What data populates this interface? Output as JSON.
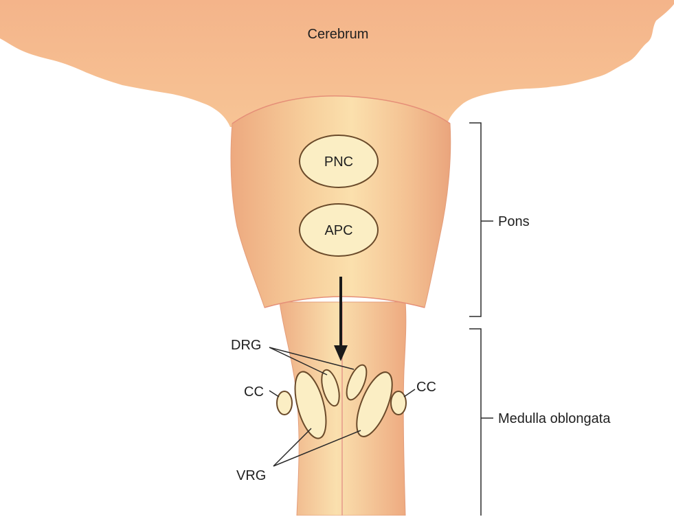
{
  "labels": {
    "cerebrum": "Cerebrum",
    "pnc": "PNC",
    "apc": "APC",
    "pons": "Pons",
    "medulla": "Medulla oblongata",
    "drg": "DRG",
    "cc_left": "CC",
    "cc_right": "CC",
    "vrg": "VRG"
  },
  "colors": {
    "cerebrum": "#f6b98a",
    "brainstem": "#f3c08f",
    "brainstem_light": "#f9dcae",
    "nucleus_fill": "#fbeec4",
    "outline": "#6a4a2a",
    "line": "#2a2a2a"
  }
}
